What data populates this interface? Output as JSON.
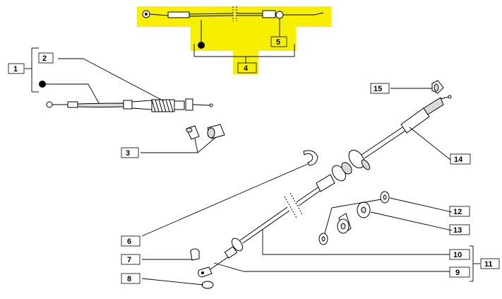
{
  "highlight_color": "#f6f000",
  "callouts": {
    "c1": "1",
    "c2": "2",
    "c3": "3",
    "c4": "4",
    "c5": "5",
    "c6": "6",
    "c7": "7",
    "c8": "8",
    "c9": "9",
    "c10": "10",
    "c11": "11",
    "c12": "12",
    "c13": "13",
    "c14": "14",
    "c15": "15"
  }
}
